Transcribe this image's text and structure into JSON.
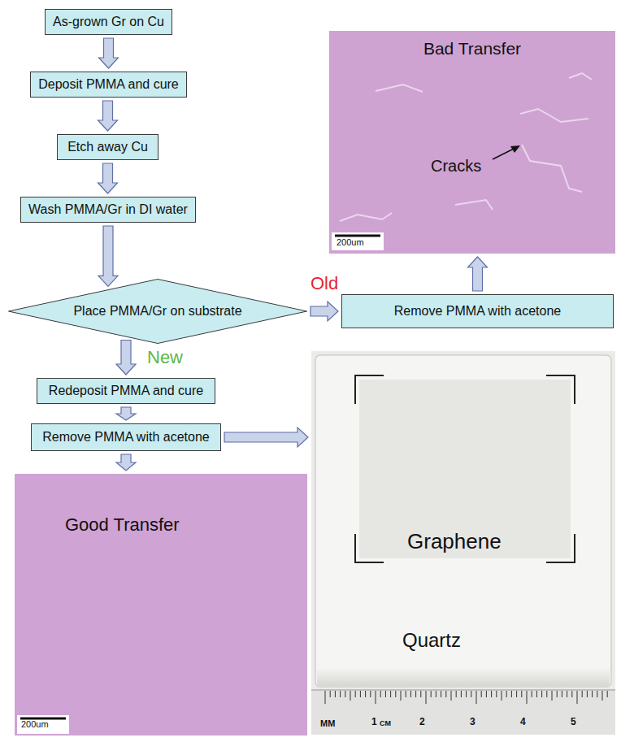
{
  "diagram": {
    "nodes": [
      {
        "text": [
          "As-grown Gr on Cu"
        ]
      },
      {
        "text": [
          "Deposit PMMA and cure"
        ]
      },
      {
        "text": [
          "Etch away Cu"
        ]
      },
      {
        "text": [
          "Wash PMMA/Gr in DI water"
        ]
      },
      {
        "text": [
          "Place PMMA/Gr on substrate"
        ]
      },
      {
        "text": [
          "Remove PMMA with acetone"
        ]
      },
      {
        "text": [
          "Bad Transfer",
          "Cracks",
          "200um"
        ]
      },
      {
        "text": [
          "Redeposit PMMA and cure"
        ]
      },
      {
        "text": [
          "Remove PMMA with acetone"
        ]
      },
      {
        "text": [
          "Good Transfer",
          "200um"
        ]
      },
      {
        "text": [
          "Graphene",
          "Quartz"
        ]
      }
    ],
    "edges": [
      {
        "from": 0,
        "to": 1,
        "arrow": "to"
      },
      {
        "from": 1,
        "to": 2,
        "arrow": "to"
      },
      {
        "from": 2,
        "to": 3,
        "arrow": "to"
      },
      {
        "from": 3,
        "to": 4,
        "arrow": "to"
      },
      {
        "from": 4,
        "to": 5,
        "arrow": "to",
        "label": "Old"
      },
      {
        "from": 5,
        "to": 6,
        "arrow": "to"
      },
      {
        "from": 4,
        "to": 7,
        "arrow": "to",
        "label": "New"
      },
      {
        "from": 7,
        "to": 8,
        "arrow": "to"
      },
      {
        "from": 8,
        "to": 10,
        "arrow": "to"
      },
      {
        "from": 8,
        "to": 9,
        "arrow": "to"
      }
    ],
    "labels": [
      "MM",
      "1",
      "CM",
      "2",
      "3",
      "4",
      "5"
    ]
  }
}
